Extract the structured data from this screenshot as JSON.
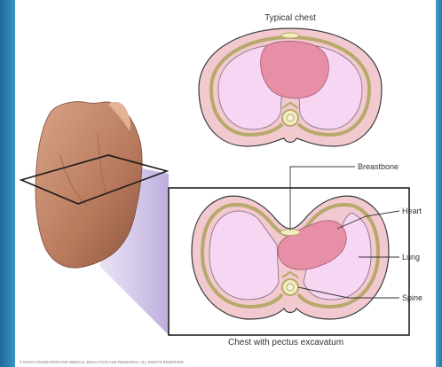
{
  "diagram": {
    "top_title": "Typical chest",
    "bottom_caption": "Chest with pectus excavatum",
    "labels": {
      "breastbone": "Breastbone",
      "heart": "Heart",
      "lung": "Lung",
      "spine": "Spine"
    },
    "copyright": "© MAYO FOUNDATION FOR MEDICAL EDUCATION AND RESEARCH. ALL RIGHTS RESERVED."
  },
  "colors": {
    "frame_blue": "#2f7fb3",
    "chest_wall": "#f2c9cf",
    "lung": "#f7d6f4",
    "heart": "#e68fa6",
    "bone": "#f4ecc3",
    "bone_outline": "#b7a96b",
    "outline": "#3a3a3a",
    "skin": "#c98f72",
    "projection": "#b9a6d9"
  }
}
